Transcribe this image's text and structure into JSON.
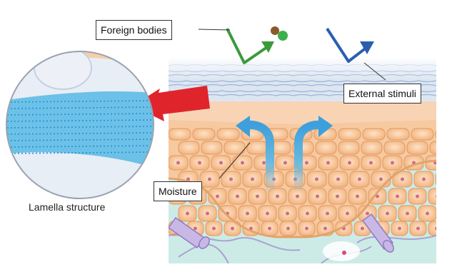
{
  "labels": {
    "foreign_bodies": "Foreign bodies",
    "external_stimuli": "External stimuli",
    "moisture": "Moisture",
    "lamella_structure": "Lamella structure"
  },
  "colors": {
    "foreign_arrow": "#3a9a3c",
    "stimuli_arrow": "#2a5fb0",
    "moisture_arrow": "#5bb8e8",
    "pointer_arrow": "#e0242c",
    "lamella_band": "#5ab4e0",
    "cell_fill": "#f6c9a0",
    "dermis": "#bfe3dc",
    "stratum_corneum": "#d8e2ef"
  }
}
